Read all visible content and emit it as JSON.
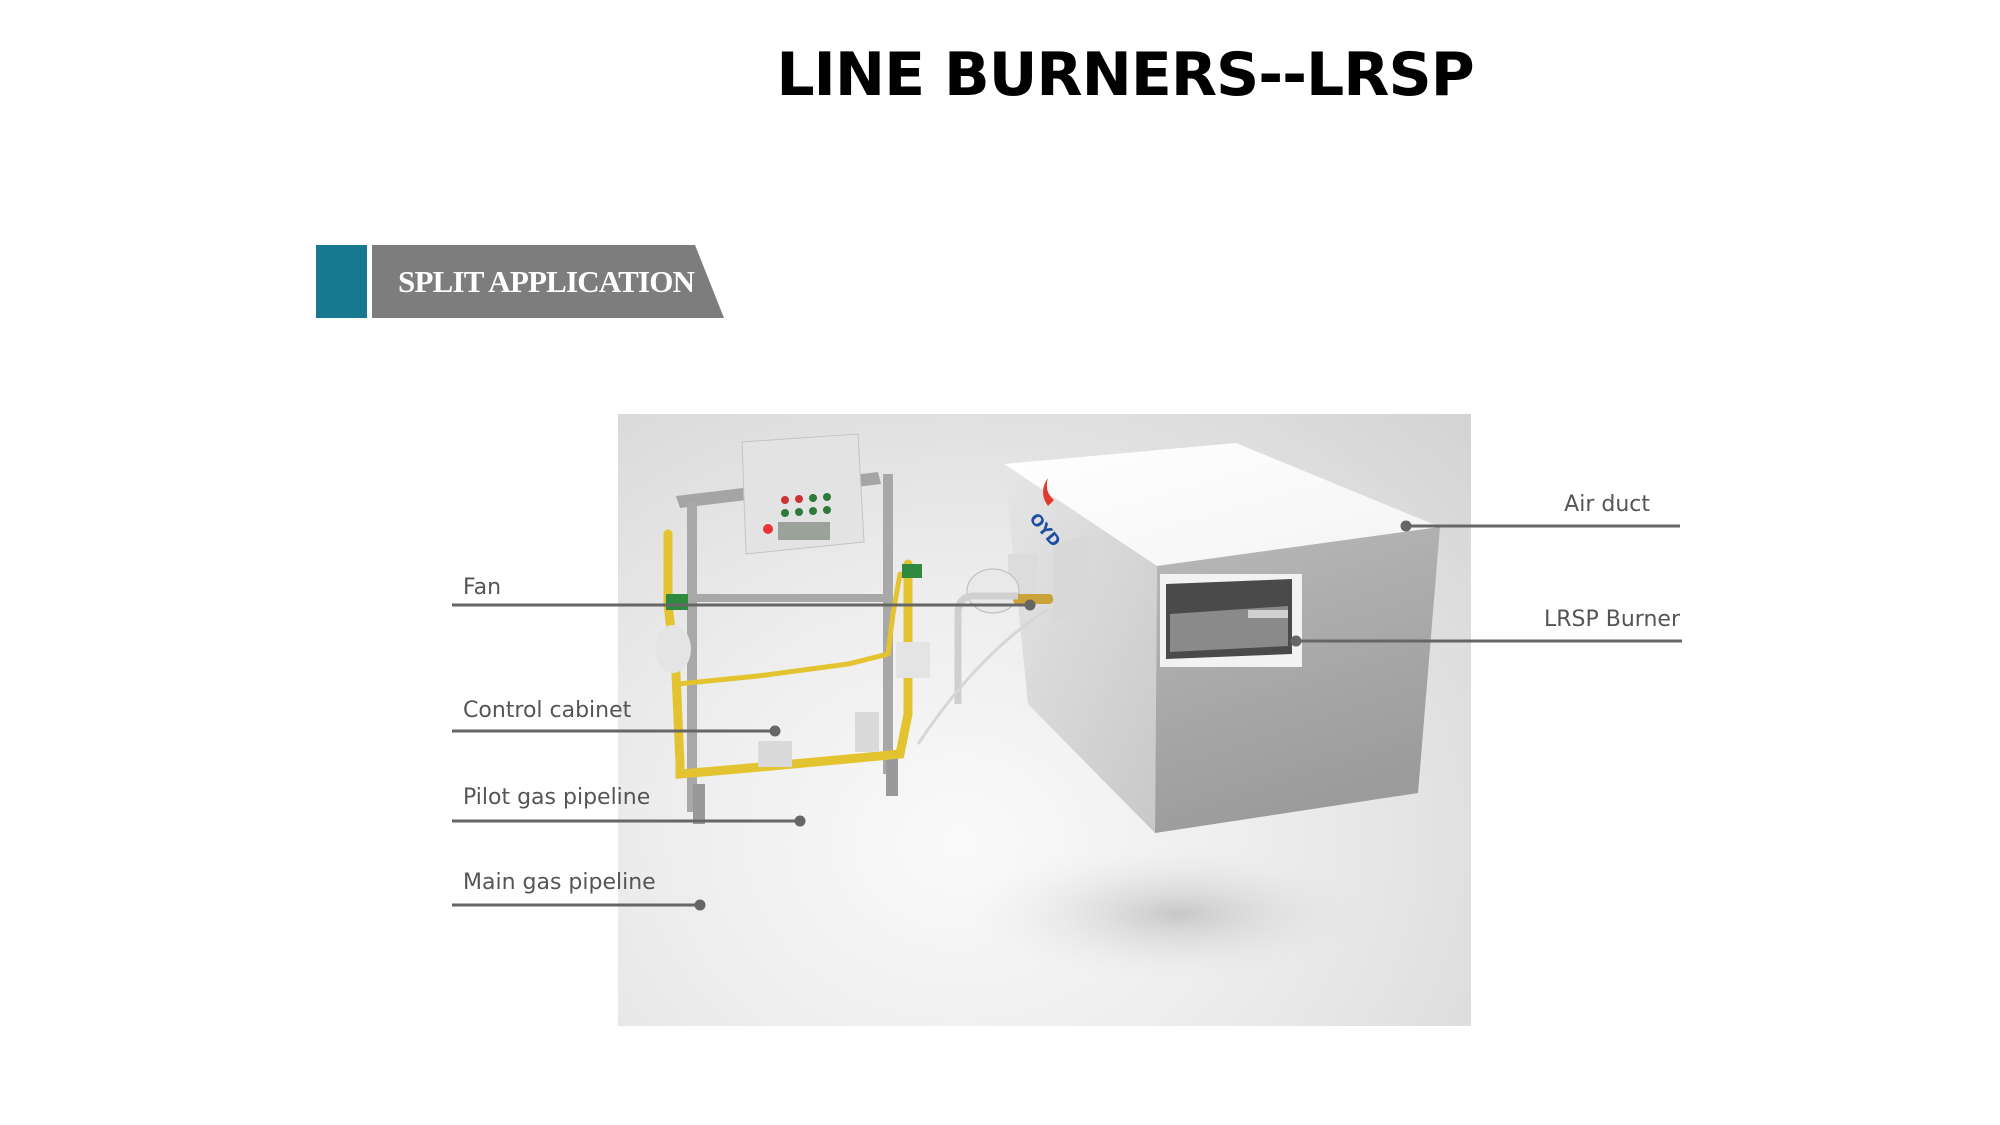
{
  "slide": {
    "title": "LINE BURNERS--LRSP",
    "section_banner": "SPLIT APPLICATION",
    "accent_color": "#17798f",
    "banner_gray": "#7d7d7d"
  },
  "figure": {
    "logo_text": "OYD",
    "labels": {
      "fan": "Fan",
      "control_cabinet": "Control cabinet",
      "pilot_gas_pipeline": "Pilot gas pipeline",
      "main_gas_pipeline": "Main gas pipeline",
      "air_duct": "Air duct",
      "lrsp_burner": "LRSP Burner"
    }
  }
}
